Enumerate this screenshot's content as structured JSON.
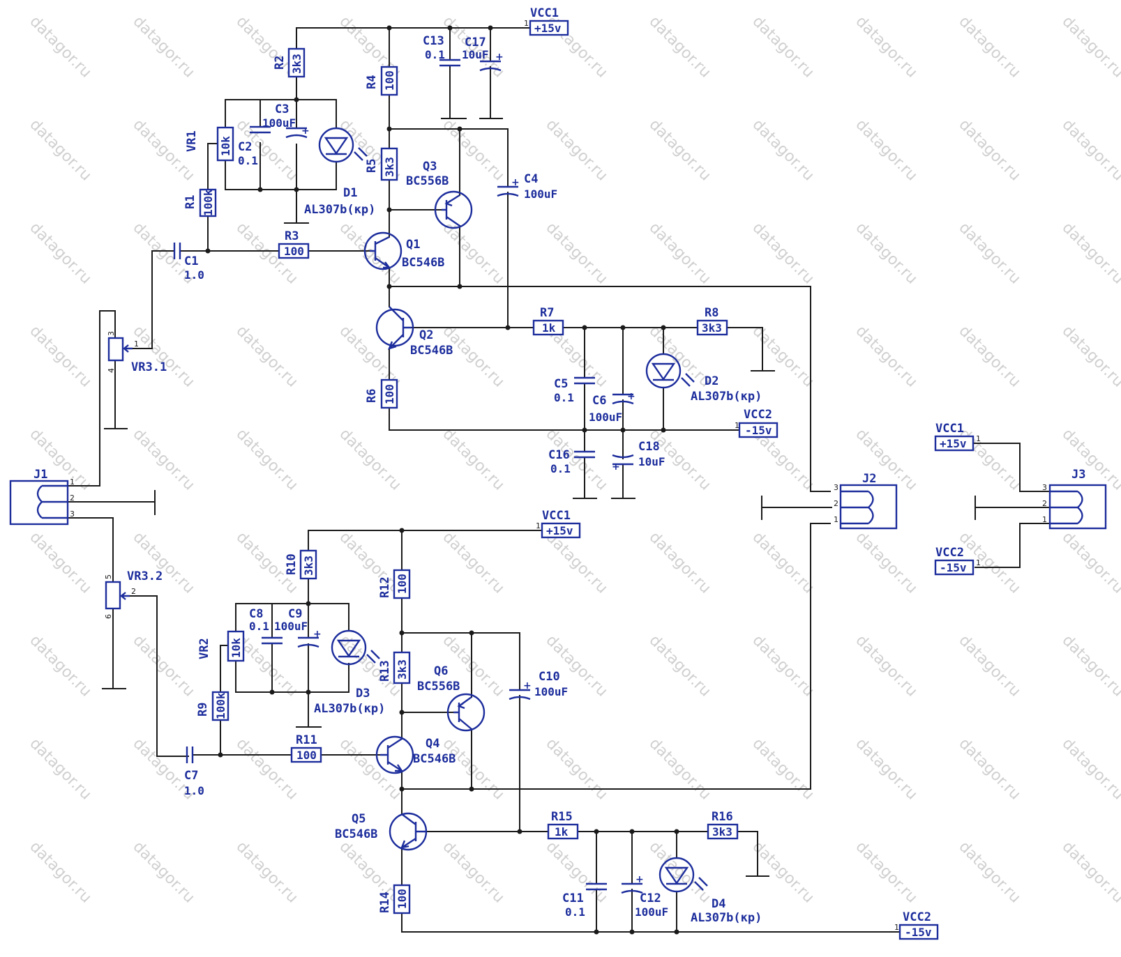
{
  "watermark": "datagor.ru",
  "colors": {
    "symbol": "#1c2d9c",
    "wire": "#1a1a1a",
    "watermark": "#d0d0d0",
    "background": "#ffffff"
  },
  "power": {
    "vcc1_name": "VCC1",
    "vcc1_value": "+15v",
    "vcc2_name": "VCC2",
    "vcc2_value": "-15v"
  },
  "connectors": {
    "J1": {
      "name": "J1",
      "pins": [
        "1",
        "2",
        "3"
      ]
    },
    "J2": {
      "name": "J2",
      "pins": [
        "3",
        "2",
        "1"
      ]
    },
    "J3": {
      "name": "J3",
      "pins": [
        "3",
        "2",
        "1"
      ]
    }
  },
  "pots": {
    "VR3_1": {
      "name": "VR3.1",
      "pins": [
        "3",
        "1",
        "4"
      ]
    },
    "VR3_2": {
      "name": "VR3.2",
      "pins": [
        "5",
        "2",
        "6"
      ]
    },
    "VR1": {
      "name": "VR1",
      "value": "10k"
    },
    "VR2": {
      "name": "VR2",
      "value": "10k"
    }
  },
  "resistors": {
    "R1": {
      "name": "R1",
      "value": "100k"
    },
    "R2": {
      "name": "R2",
      "value": "3k3"
    },
    "R3": {
      "name": "R3",
      "value": "100"
    },
    "R4": {
      "name": "R4",
      "value": "100"
    },
    "R5": {
      "name": "R5",
      "value": "3k3"
    },
    "R6": {
      "name": "R6",
      "value": "100"
    },
    "R7": {
      "name": "R7",
      "value": "1k"
    },
    "R8": {
      "name": "R8",
      "value": "3k3"
    },
    "R9": {
      "name": "R9",
      "value": "100k"
    },
    "R10": {
      "name": "R10",
      "value": "3k3"
    },
    "R11": {
      "name": "R11",
      "value": "100"
    },
    "R12": {
      "name": "R12",
      "value": "100"
    },
    "R13": {
      "name": "R13",
      "value": "3k3"
    },
    "R14": {
      "name": "R14",
      "value": "100"
    },
    "R15": {
      "name": "R15",
      "value": "1k"
    },
    "R16": {
      "name": "R16",
      "value": "3k3"
    }
  },
  "capacitors": {
    "C1": {
      "name": "C1",
      "value": "1.0"
    },
    "C2": {
      "name": "C2",
      "value": "0.1"
    },
    "C3": {
      "name": "C3",
      "value": "100uF"
    },
    "C4": {
      "name": "C4",
      "value": "100uF"
    },
    "C5": {
      "name": "C5",
      "value": "0.1"
    },
    "C6": {
      "name": "C6",
      "value": "100uF"
    },
    "C7": {
      "name": "C7",
      "value": "1.0"
    },
    "C8": {
      "name": "C8",
      "value": "0.1"
    },
    "C9": {
      "name": "C9",
      "value": "100uF"
    },
    "C10": {
      "name": "C10",
      "value": "100uF"
    },
    "C11": {
      "name": "C11",
      "value": "0.1"
    },
    "C12": {
      "name": "C12",
      "value": "100uF"
    },
    "C13": {
      "name": "C13",
      "value": "0.1"
    },
    "C16": {
      "name": "C16",
      "value": "0.1"
    },
    "C17": {
      "name": "C17",
      "value": "10uF"
    },
    "C18": {
      "name": "C18",
      "value": "10uF"
    }
  },
  "transistors": {
    "Q1": {
      "name": "Q1",
      "part": "BC546B"
    },
    "Q2": {
      "name": "Q2",
      "part": "BC546B"
    },
    "Q3": {
      "name": "Q3",
      "part": "BC556B"
    },
    "Q4": {
      "name": "Q4",
      "part": "BC546B"
    },
    "Q5": {
      "name": "Q5",
      "part": "BC546B"
    },
    "Q6": {
      "name": "Q6",
      "part": "BC556B"
    }
  },
  "diodes": {
    "D1": {
      "name": "D1",
      "part": "AL307b(кр)"
    },
    "D2": {
      "name": "D2",
      "part": "AL307b(кр)"
    },
    "D3": {
      "name": "D3",
      "part": "AL307b(кр)"
    },
    "D4": {
      "name": "D4",
      "part": "AL307b(кр)"
    }
  },
  "plus_sign": "+",
  "pin_one": "1"
}
